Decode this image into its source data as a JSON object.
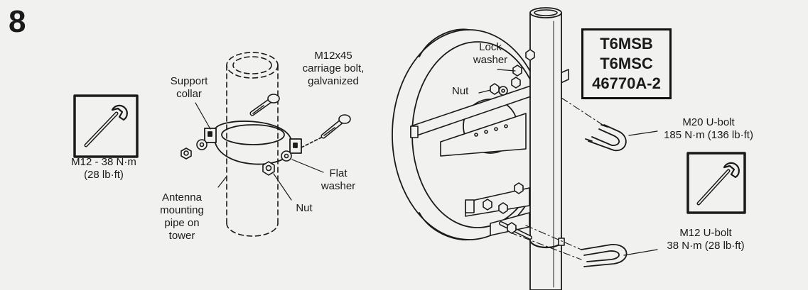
{
  "step_number": "8",
  "model_codes": [
    "T6MSB",
    "T6MSC",
    "46770A-2"
  ],
  "labels": {
    "bolt_spec": "M12x45\ncarriage bolt,\ngalvanized",
    "support_collar": "Support\ncollar",
    "lock_washer": "Lock\nwasher",
    "nut_top": "Nut",
    "flat_washer": "Flat\nwasher",
    "nut_bottom": "Nut",
    "pipe": "Antenna\nmounting\npipe on\ntower",
    "torque_left": "M12 - 38 N·m\n(28 lb·ft)",
    "u_bolt_m20": "M20 U-bolt\n185 N·m (136 lb·ft)",
    "u_bolt_m12": "M12 U-bolt\n38 N·m (28 lb·ft)"
  },
  "icons": [
    "wrench-icon",
    "wrench-icon"
  ]
}
